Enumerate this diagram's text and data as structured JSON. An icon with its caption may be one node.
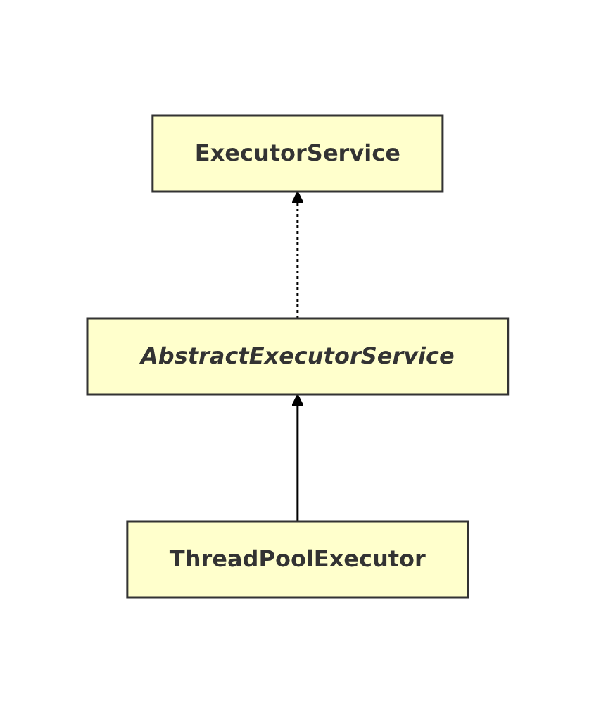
{
  "diagram": {
    "nodes": [
      {
        "text": [
          "ExecutorService"
        ]
      },
      {
        "text": [
          "AbstractExecutorService"
        ]
      },
      {
        "text": [
          "ThreadPoolExecutor"
        ]
      }
    ],
    "edges": [
      {
        "from": 1,
        "to": 0,
        "arrow": "to",
        "style": "dashed"
      },
      {
        "from": 2,
        "to": 1,
        "arrow": "to"
      }
    ]
  }
}
